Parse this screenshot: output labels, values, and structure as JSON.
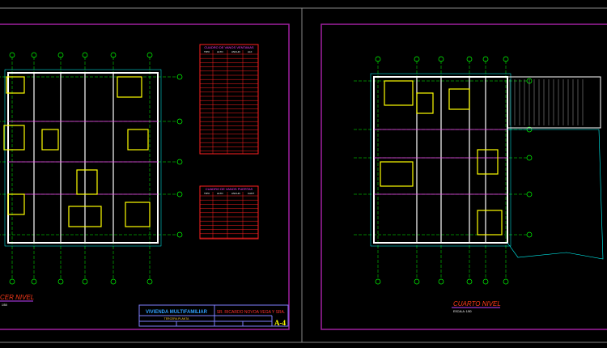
{
  "left_sheet": {
    "level_title": "CER NIVEL",
    "scale": "1/50",
    "windows_table": {
      "title": "CUADRO DE VANOS VENTANAS",
      "headers": [
        "TIPO",
        "ALTO",
        "ANCHO",
        "ALF"
      ]
    },
    "doors_table": {
      "title": "CUADRO DE VANOS PUERTAS",
      "headers": [
        "TIPO",
        "ALTO",
        "ANCHO",
        "CANT"
      ]
    },
    "title_block": {
      "project": "VIVIENDA MULTIFAMILIAR",
      "owner": "SR. RICARDO NOVOA VEGA Y SRA.",
      "sheet_name": "TERCERA PLANTA",
      "sheet_number": "A-4"
    }
  },
  "right_sheet": {
    "level_title": "CUARTO NIVEL",
    "scale": "ESCALA: 1/50"
  },
  "colors": {
    "background": "#000000",
    "sheet_border": "#a020a0",
    "walls": "#ffffff",
    "furniture": "#ffff00",
    "grid": "#00ff00",
    "dims": "#00ffff",
    "tables": "#ff2020",
    "title_text": "#ff3a1a"
  }
}
